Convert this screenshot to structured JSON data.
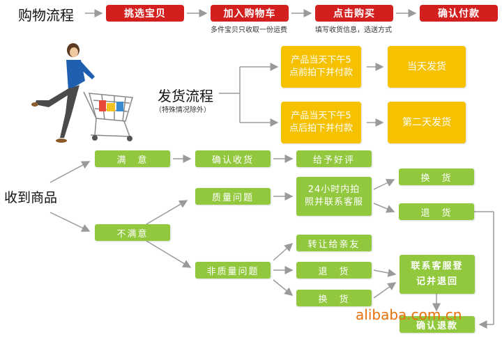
{
  "header": {
    "title": "购物流程",
    "steps": [
      {
        "label": "挑选宝贝",
        "note": ""
      },
      {
        "label": "加入购物车",
        "note": "多件宝贝只收取一份运费"
      },
      {
        "label": "点击购买",
        "note": "填写收货信息，选送方式"
      },
      {
        "label": "确认付款",
        "note": ""
      }
    ]
  },
  "shipping": {
    "title": "发货流程",
    "note": "（特殊情况除外）",
    "before_5pm": "产品当天下午5点前拍下并付款",
    "after_5pm": "产品当天下午5点后拍下并付款",
    "same_day": "当天发货",
    "next_day": "第二天发货"
  },
  "receive": {
    "title": "收到商品",
    "satisfied": "满　意",
    "confirm_receipt": "确认收货",
    "give_praise": "给予好评",
    "unsatisfied": "不满意",
    "quality_issue": "质量问题",
    "contact_24h": "24小时内拍照并联系客服",
    "exchange": "换　货",
    "return": "退　货",
    "non_quality_issue": "非质量问题",
    "transfer": "转让给亲友",
    "return2": "退　货",
    "exchange2": "换　货",
    "contact_register": "联系客服登记并退回",
    "confirm_refund": "确认退款"
  },
  "watermark": "alibaba.com.cn",
  "colors": {
    "red": "#d41f1f",
    "yellow": "#f6c200",
    "green": "#92c83e",
    "arrow": "#9a9a9a",
    "watermark": "#e8700a"
  }
}
